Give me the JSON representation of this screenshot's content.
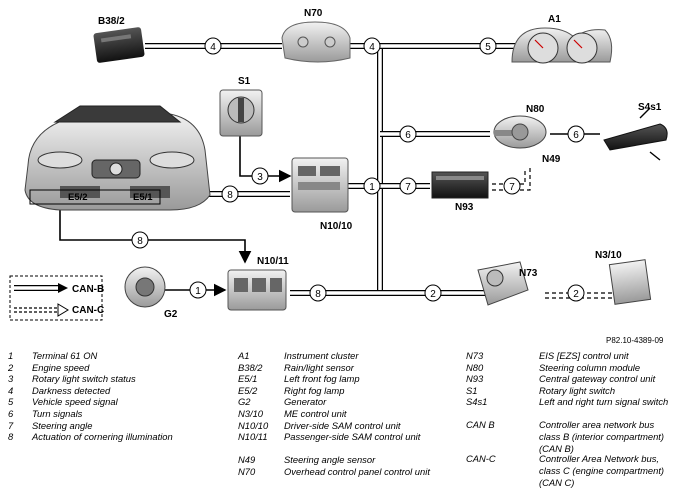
{
  "diagram": {
    "components": {
      "b38_2": "B38/2",
      "n70": "N70",
      "a1": "A1",
      "s1": "S1",
      "n80": "N80",
      "s4s1": "S4s1",
      "n49": "N49",
      "e5_2": "E5/2",
      "e5_1": "E5/1",
      "n10_10": "N10/10",
      "n93": "N93",
      "n10_11": "N10/11",
      "g2": "G2",
      "n73": "N73",
      "n3_10": "N3/10"
    },
    "signals": {
      "s1": "1",
      "s2": "2",
      "s3": "3",
      "s4": "4",
      "s5": "5",
      "s6": "6",
      "s7": "7",
      "s8": "8"
    },
    "can_legend": {
      "can_b": "CAN-B",
      "can_c": "CAN-C"
    },
    "figure_id": "P82.10-4389-09"
  },
  "legend_signals": [
    {
      "num": "1",
      "text": "Terminal 61 ON"
    },
    {
      "num": "2",
      "text": "Engine speed"
    },
    {
      "num": "3",
      "text": "Rotary light switch status"
    },
    {
      "num": "4",
      "text": "Darkness detected"
    },
    {
      "num": "5",
      "text": "Vehicle speed signal"
    },
    {
      "num": "6",
      "text": "Turn signals"
    },
    {
      "num": "7",
      "text": "Steering angle"
    },
    {
      "num": "8",
      "text": "Actuation of cornering illumination"
    }
  ],
  "legend_components_a": [
    {
      "code": "A1",
      "text": "Instrument cluster"
    },
    {
      "code": "B38/2",
      "text": "Rain/light sensor"
    },
    {
      "code": "E5/1",
      "text": "Left front fog lamp"
    },
    {
      "code": "E5/2",
      "text": "Right fog lamp"
    },
    {
      "code": "G2",
      "text": "Generator"
    },
    {
      "code": "N3/10",
      "text": "ME control unit"
    },
    {
      "code": "N10/10",
      "text": "Driver-side SAM control unit"
    },
    {
      "code": "N10/11",
      "text": "Passenger-side SAM control unit"
    },
    {
      "code": "N49",
      "text": "Steering angle sensor"
    },
    {
      "code": "N70",
      "text": "Overhead control panel control unit"
    }
  ],
  "legend_components_b": [
    {
      "code": "N73",
      "text": "EIS [EZS] control unit"
    },
    {
      "code": "N80",
      "text": "Steering column module"
    },
    {
      "code": "N93",
      "text": "Central gateway control unit"
    },
    {
      "code": "S1",
      "text": "Rotary light switch"
    },
    {
      "code": "S4s1",
      "text": "Left and right turn signal switch"
    },
    {
      "code": "CAN B",
      "text": "Controller area network bus class B (interior compartment) (CAN B)"
    },
    {
      "code": "CAN-C",
      "text": "Controller Area Network bus, class C (engine compartment) (CAN C)"
    }
  ]
}
